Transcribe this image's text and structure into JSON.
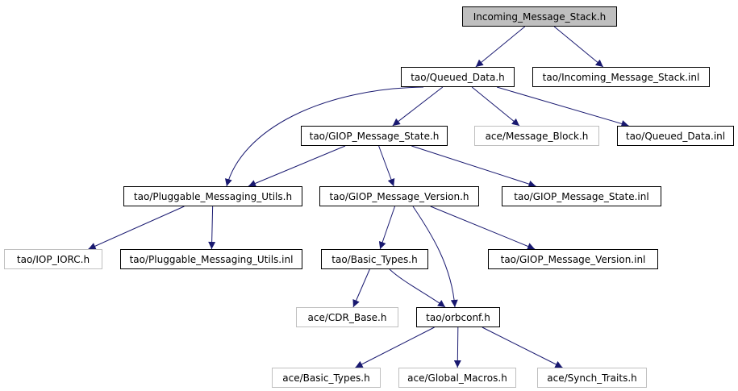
{
  "graph": {
    "nodes": [
      {
        "id": "incoming_h",
        "label": "Incoming_Message_Stack.h",
        "kind": "root"
      },
      {
        "id": "queued_h",
        "label": "tao/Queued_Data.h",
        "kind": "normal"
      },
      {
        "id": "incoming_inl",
        "label": "tao/Incoming_Message_Stack.inl",
        "kind": "normal"
      },
      {
        "id": "giop_state_h",
        "label": "tao/GIOP_Message_State.h",
        "kind": "normal"
      },
      {
        "id": "msg_block_h",
        "label": "ace/Message_Block.h",
        "kind": "external"
      },
      {
        "id": "queued_inl",
        "label": "tao/Queued_Data.inl",
        "kind": "normal"
      },
      {
        "id": "pluggable_h",
        "label": "tao/Pluggable_Messaging_Utils.h",
        "kind": "normal"
      },
      {
        "id": "giop_version_h",
        "label": "tao/GIOP_Message_Version.h",
        "kind": "normal"
      },
      {
        "id": "giop_state_inl",
        "label": "tao/GIOP_Message_State.inl",
        "kind": "normal"
      },
      {
        "id": "iop_iorc_h",
        "label": "tao/IOP_IORC.h",
        "kind": "external"
      },
      {
        "id": "pluggable_inl",
        "label": "tao/Pluggable_Messaging_Utils.inl",
        "kind": "normal"
      },
      {
        "id": "tao_basic_h",
        "label": "tao/Basic_Types.h",
        "kind": "normal"
      },
      {
        "id": "giop_version_inl",
        "label": "tao/GIOP_Message_Version.inl",
        "kind": "normal"
      },
      {
        "id": "cdr_base_h",
        "label": "ace/CDR_Base.h",
        "kind": "external"
      },
      {
        "id": "orbconf_h",
        "label": "tao/orbconf.h",
        "kind": "normal"
      },
      {
        "id": "ace_basic_h",
        "label": "ace/Basic_Types.h",
        "kind": "external"
      },
      {
        "id": "global_macros_h",
        "label": "ace/Global_Macros.h",
        "kind": "external"
      },
      {
        "id": "synch_traits_h",
        "label": "ace/Synch_Traits.h",
        "kind": "external"
      }
    ],
    "edges": [
      [
        "incoming_h",
        "queued_h"
      ],
      [
        "incoming_h",
        "incoming_inl"
      ],
      [
        "queued_h",
        "giop_state_h"
      ],
      [
        "queued_h",
        "msg_block_h"
      ],
      [
        "queued_h",
        "queued_inl"
      ],
      [
        "queued_h",
        "pluggable_h"
      ],
      [
        "giop_state_h",
        "pluggable_h"
      ],
      [
        "giop_state_h",
        "giop_version_h"
      ],
      [
        "giop_state_h",
        "giop_state_inl"
      ],
      [
        "pluggable_h",
        "iop_iorc_h"
      ],
      [
        "pluggable_h",
        "pluggable_inl"
      ],
      [
        "giop_version_h",
        "tao_basic_h"
      ],
      [
        "giop_version_h",
        "giop_version_inl"
      ],
      [
        "giop_version_h",
        "orbconf_h"
      ],
      [
        "tao_basic_h",
        "cdr_base_h"
      ],
      [
        "tao_basic_h",
        "orbconf_h"
      ],
      [
        "orbconf_h",
        "ace_basic_h"
      ],
      [
        "orbconf_h",
        "global_macros_h"
      ],
      [
        "orbconf_h",
        "synch_traits_h"
      ]
    ],
    "colors": {
      "edge": "#191970",
      "root_fill": "#bfbfbf",
      "node_border": "#000000",
      "external_border": "#bfbfbf"
    }
  }
}
